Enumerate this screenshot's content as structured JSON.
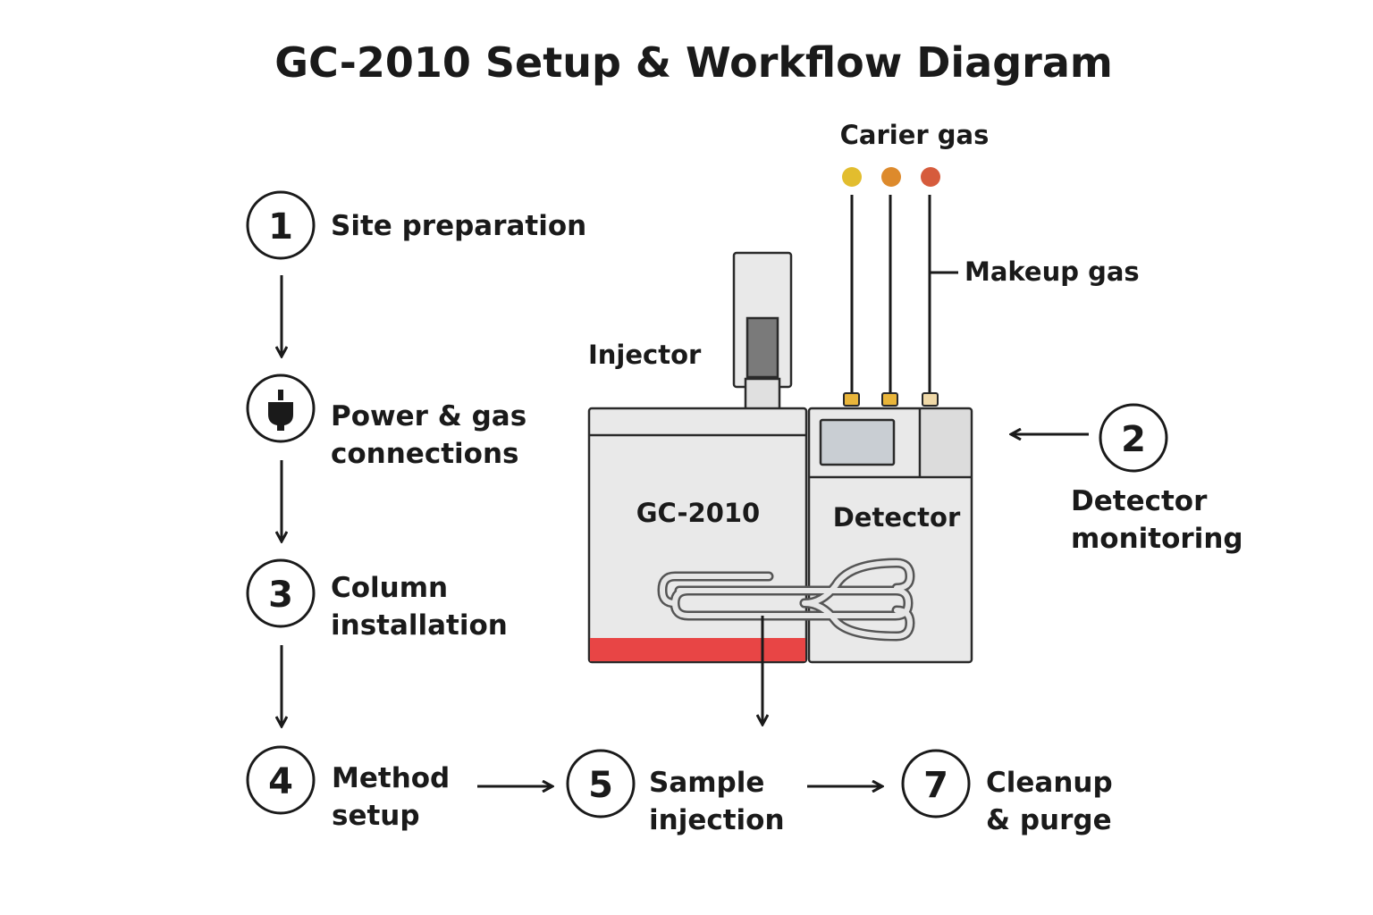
{
  "title": "GC-2010 Setup & Workflow Diagram",
  "steps": [
    {
      "number": "1",
      "lines": [
        "Site preparation"
      ]
    },
    {
      "number": "",
      "icon": "power-plug-icon",
      "lines": [
        "Power & gas",
        "connections"
      ]
    },
    {
      "number": "3",
      "lines": [
        "Column",
        "installation"
      ]
    },
    {
      "number": "4",
      "lines": [
        "Method",
        "setup"
      ]
    },
    {
      "number": "5",
      "lines": [
        "Sample",
        "injection"
      ]
    },
    {
      "number": "7",
      "lines": [
        "Cleanup",
        "& purge"
      ]
    },
    {
      "number": "2",
      "lines": [
        "Detector",
        "monitoring"
      ]
    }
  ],
  "instrument": {
    "main_label": "GC-2010",
    "injector_label": "Injector",
    "detector_label": "Detector",
    "carrier_gas_label": "Carier gas",
    "makeup_gas_label": "Makeup gas"
  },
  "colors": {
    "gas_dot_1": "#e2bd2e",
    "gas_dot_2": "#dd8a2c",
    "gas_dot_3": "#d65b3c",
    "oven_stripe": "#e84545",
    "body_fill": "#e9e9e9",
    "fitting_gold": "#e9b53a",
    "fitting_light": "#f0d9a8"
  }
}
